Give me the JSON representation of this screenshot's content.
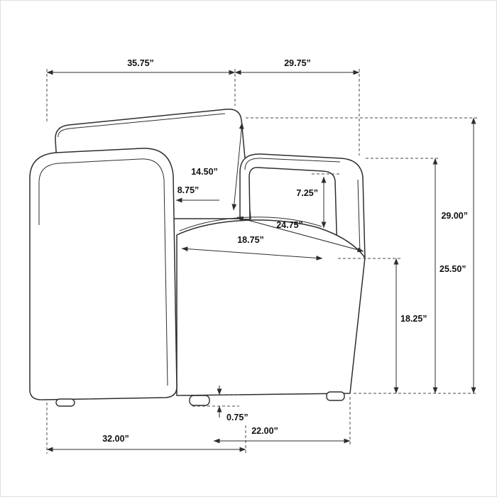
{
  "dims": {
    "top_width_left": "35.75”",
    "top_width_right": "29.75”",
    "back_height": "14.50”",
    "arm_thickness": "8.75”",
    "inner_arm_height": "7.25”",
    "seat_width": "24.75”",
    "seat_depth": "18.75”",
    "overall_height": "29.00”",
    "arm_height": "25.50”",
    "seat_height": "18.25”",
    "leg_height": "0.75”",
    "bottom_depth": "32.00”",
    "bottom_width": "22.00”"
  },
  "colors": {
    "line": "#2e2e2e",
    "text": "#111111",
    "background": "#ffffff"
  }
}
